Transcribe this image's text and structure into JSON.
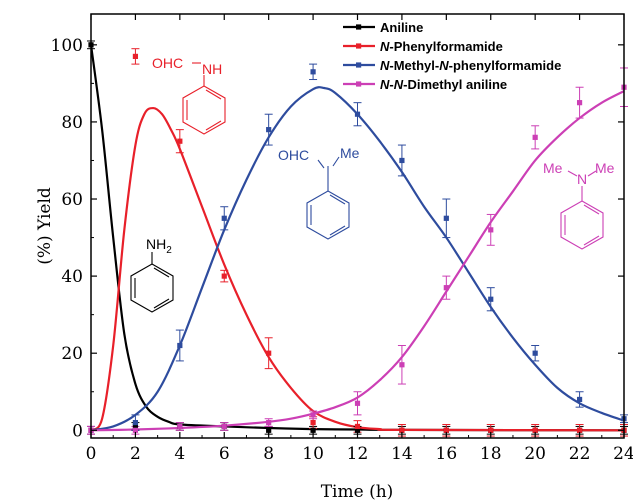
{
  "chart_data": {
    "type": "line",
    "title": "",
    "xlabel": "Time (h)",
    "ylabel": "(%) Yield",
    "xlim": [
      0,
      24
    ],
    "ylim": [
      -2,
      108
    ],
    "x_ticks": [
      0,
      2,
      4,
      6,
      8,
      10,
      12,
      14,
      16,
      18,
      20,
      22,
      24
    ],
    "y_ticks": [
      0,
      20,
      40,
      60,
      80,
      100
    ],
    "grid": false,
    "legend_position": "top-right",
    "series": [
      {
        "name": "Aniline",
        "legend_parts": [
          {
            "t": "Aniline",
            "italic": false
          }
        ],
        "color": "#000000",
        "points": [
          {
            "x": 0,
            "y": 100,
            "err": 1
          },
          {
            "x": 2,
            "y": 1,
            "err": 1
          },
          {
            "x": 4,
            "y": 1,
            "err": 1
          },
          {
            "x": 6,
            "y": 1,
            "err": 1
          },
          {
            "x": 8,
            "y": 0,
            "err": 1
          },
          {
            "x": 10,
            "y": 0,
            "err": 1
          },
          {
            "x": 12,
            "y": 0,
            "err": 1
          },
          {
            "x": 14,
            "y": 0,
            "err": 1
          },
          {
            "x": 16,
            "y": 0,
            "err": 1
          },
          {
            "x": 18,
            "y": 0,
            "err": 1
          },
          {
            "x": 20,
            "y": 0,
            "err": 1
          },
          {
            "x": 22,
            "y": 0,
            "err": 1
          },
          {
            "x": 24,
            "y": 0,
            "err": 1
          }
        ],
        "curve": [
          [
            0,
            100
          ],
          [
            0.5,
            78
          ],
          [
            1,
            50
          ],
          [
            1.5,
            25
          ],
          [
            2,
            12
          ],
          [
            2.5,
            6
          ],
          [
            3,
            3.5
          ],
          [
            3.5,
            2.2
          ],
          [
            4,
            1.5
          ],
          [
            6,
            1
          ],
          [
            8,
            0.6
          ],
          [
            10,
            0.3
          ],
          [
            12,
            0.2
          ],
          [
            14,
            0.1
          ],
          [
            24,
            0
          ]
        ]
      },
      {
        "name": "N-Phenylformamide",
        "legend_parts": [
          {
            "t": "N",
            "italic": true
          },
          {
            "t": "-Phenylformamide",
            "italic": false
          }
        ],
        "color": "#e8202a",
        "points": [
          {
            "x": 0,
            "y": 0,
            "err": 1
          },
          {
            "x": 2,
            "y": 97,
            "err": 2
          },
          {
            "x": 4,
            "y": 75,
            "err": 3
          },
          {
            "x": 6,
            "y": 40,
            "err": 1.5
          },
          {
            "x": 8,
            "y": 20,
            "err": 4
          },
          {
            "x": 10,
            "y": 2,
            "err": 1.5
          },
          {
            "x": 12,
            "y": 1,
            "err": 1.5
          },
          {
            "x": 14,
            "y": 0,
            "err": 1.5
          },
          {
            "x": 16,
            "y": 0,
            "err": 1.5
          },
          {
            "x": 18,
            "y": 0,
            "err": 1.5
          },
          {
            "x": 20,
            "y": 0,
            "err": 1.5
          },
          {
            "x": 22,
            "y": 0,
            "err": 1.5
          },
          {
            "x": 24,
            "y": 0,
            "err": 1.5
          }
        ],
        "curve": [
          [
            0,
            0
          ],
          [
            0.5,
            3
          ],
          [
            1,
            22
          ],
          [
            1.5,
            52
          ],
          [
            2,
            74
          ],
          [
            2.4,
            82
          ],
          [
            2.8,
            83.6
          ],
          [
            3.2,
            82
          ],
          [
            3.6,
            78
          ],
          [
            4,
            73
          ],
          [
            5,
            58
          ],
          [
            6,
            43
          ],
          [
            7,
            30
          ],
          [
            8,
            19
          ],
          [
            9,
            11
          ],
          [
            10,
            5
          ],
          [
            11,
            2.2
          ],
          [
            12,
            0.8
          ],
          [
            13,
            0.3
          ],
          [
            14,
            0.1
          ],
          [
            24,
            0
          ]
        ]
      },
      {
        "name": "N-Methyl-N-phenylformamide",
        "legend_parts": [
          {
            "t": "N",
            "italic": true
          },
          {
            "t": "-Methyl-",
            "italic": false
          },
          {
            "t": "N",
            "italic": true
          },
          {
            "t": "-phenylformamide",
            "italic": false
          }
        ],
        "color": "#2e4c9e",
        "points": [
          {
            "x": 0,
            "y": 0,
            "err": 1
          },
          {
            "x": 2,
            "y": 2,
            "err": 2
          },
          {
            "x": 4,
            "y": 22,
            "err": 4
          },
          {
            "x": 6,
            "y": 55,
            "err": 3
          },
          {
            "x": 8,
            "y": 78,
            "err": 4
          },
          {
            "x": 10,
            "y": 93,
            "err": 2
          },
          {
            "x": 12,
            "y": 82,
            "err": 3
          },
          {
            "x": 14,
            "y": 70,
            "err": 4
          },
          {
            "x": 16,
            "y": 55,
            "err": 5
          },
          {
            "x": 18,
            "y": 34,
            "err": 3
          },
          {
            "x": 20,
            "y": 20,
            "err": 2
          },
          {
            "x": 22,
            "y": 8,
            "err": 2
          },
          {
            "x": 24,
            "y": 3,
            "err": 1
          }
        ],
        "curve": [
          [
            0,
            0
          ],
          [
            1,
            1
          ],
          [
            2,
            4
          ],
          [
            3,
            10
          ],
          [
            4,
            22
          ],
          [
            5,
            37
          ],
          [
            6,
            52
          ],
          [
            7,
            65
          ],
          [
            8,
            76
          ],
          [
            9,
            84
          ],
          [
            10,
            88.5
          ],
          [
            10.5,
            88.8
          ],
          [
            11,
            87.5
          ],
          [
            12,
            82
          ],
          [
            13,
            75
          ],
          [
            14,
            67
          ],
          [
            15,
            58
          ],
          [
            16,
            50
          ],
          [
            17,
            41
          ],
          [
            18,
            32
          ],
          [
            19,
            24
          ],
          [
            20,
            17
          ],
          [
            21,
            11
          ],
          [
            22,
            7
          ],
          [
            23,
            4.5
          ],
          [
            24,
            2.5
          ]
        ]
      },
      {
        "name": "N-N-Dimethyl aniline",
        "legend_parts": [
          {
            "t": "N",
            "italic": true
          },
          {
            "t": "-",
            "italic": false
          },
          {
            "t": "N",
            "italic": true
          },
          {
            "t": "-Dimethyl aniline",
            "italic": false
          }
        ],
        "color": "#cc3fb5",
        "points": [
          {
            "x": 0,
            "y": 0,
            "err": 1
          },
          {
            "x": 2,
            "y": 0,
            "err": 1
          },
          {
            "x": 4,
            "y": 1,
            "err": 1
          },
          {
            "x": 6,
            "y": 1,
            "err": 1
          },
          {
            "x": 8,
            "y": 2,
            "err": 1
          },
          {
            "x": 10,
            "y": 4,
            "err": 1
          },
          {
            "x": 12,
            "y": 7,
            "err": 3
          },
          {
            "x": 14,
            "y": 17,
            "err": 5
          },
          {
            "x": 16,
            "y": 37,
            "err": 3
          },
          {
            "x": 18,
            "y": 52,
            "err": 4
          },
          {
            "x": 20,
            "y": 76,
            "err": 3
          },
          {
            "x": 22,
            "y": 85,
            "err": 4
          },
          {
            "x": 24,
            "y": 89,
            "err": 5
          }
        ],
        "curve": [
          [
            0,
            0
          ],
          [
            2,
            0.2
          ],
          [
            4,
            0.6
          ],
          [
            6,
            1.2
          ],
          [
            8,
            2.2
          ],
          [
            9,
            3
          ],
          [
            10,
            4.3
          ],
          [
            11,
            6
          ],
          [
            12,
            8.5
          ],
          [
            13,
            13
          ],
          [
            14,
            19
          ],
          [
            15,
            27
          ],
          [
            16,
            36
          ],
          [
            17,
            45
          ],
          [
            18,
            54
          ],
          [
            19,
            62
          ],
          [
            20,
            70
          ],
          [
            21,
            76
          ],
          [
            22,
            81
          ],
          [
            23,
            85
          ],
          [
            24,
            88
          ]
        ]
      }
    ],
    "annotations": {
      "aniline": {
        "label": "NH",
        "subscript": "2"
      },
      "phenylformamide": {
        "left": "OHC",
        "right": "NH"
      },
      "methylphenylformamide": {
        "left": "OHC",
        "right": "Me"
      },
      "dimethylaniline": {
        "left": "Me",
        "right": "Me",
        "center": "N"
      }
    }
  }
}
